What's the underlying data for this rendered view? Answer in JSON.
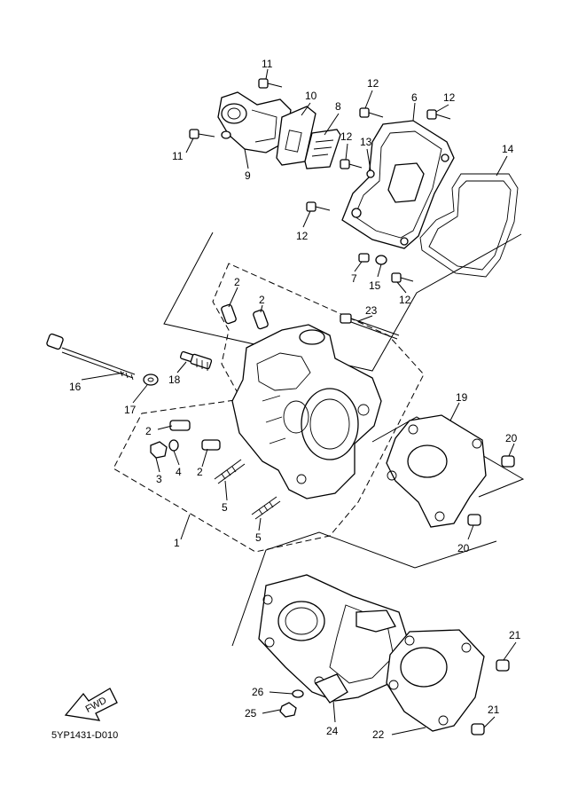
{
  "diagram": {
    "catalog_code": "5YP1431-D010",
    "fwd_label": "FWD",
    "callouts": [
      {
        "id": "c1",
        "text": "1"
      },
      {
        "id": "c2a",
        "text": "2"
      },
      {
        "id": "c2b",
        "text": "2"
      },
      {
        "id": "c2c",
        "text": "2"
      },
      {
        "id": "c2d",
        "text": "2"
      },
      {
        "id": "c3",
        "text": "3"
      },
      {
        "id": "c4",
        "text": "4"
      },
      {
        "id": "c5a",
        "text": "5"
      },
      {
        "id": "c5b",
        "text": "5"
      },
      {
        "id": "c6",
        "text": "6"
      },
      {
        "id": "c7",
        "text": "7"
      },
      {
        "id": "c8",
        "text": "8"
      },
      {
        "id": "c9",
        "text": "9"
      },
      {
        "id": "c10",
        "text": "10"
      },
      {
        "id": "c11a",
        "text": "11"
      },
      {
        "id": "c11b",
        "text": "11"
      },
      {
        "id": "c12a",
        "text": "12"
      },
      {
        "id": "c12b",
        "text": "12"
      },
      {
        "id": "c12c",
        "text": "12"
      },
      {
        "id": "c12d",
        "text": "12"
      },
      {
        "id": "c12e",
        "text": "12"
      },
      {
        "id": "c13",
        "text": "13"
      },
      {
        "id": "c14",
        "text": "14"
      },
      {
        "id": "c15",
        "text": "15"
      },
      {
        "id": "c16",
        "text": "16"
      },
      {
        "id": "c17",
        "text": "17"
      },
      {
        "id": "c18",
        "text": "18"
      },
      {
        "id": "c19",
        "text": "19"
      },
      {
        "id": "c20a",
        "text": "20"
      },
      {
        "id": "c20b",
        "text": "20"
      },
      {
        "id": "c21a",
        "text": "21"
      },
      {
        "id": "c21b",
        "text": "21"
      },
      {
        "id": "c22",
        "text": "22"
      },
      {
        "id": "c23",
        "text": "23"
      },
      {
        "id": "c24",
        "text": "24"
      },
      {
        "id": "c25",
        "text": "25"
      },
      {
        "id": "c26",
        "text": "26"
      }
    ]
  }
}
